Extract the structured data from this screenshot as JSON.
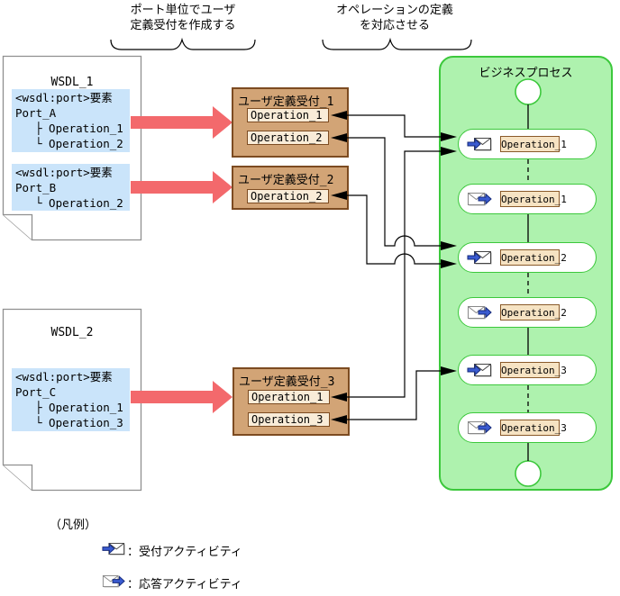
{
  "annotations": {
    "left": {
      "line1": "ポート単位でユーザ",
      "line2": "定義受付を作成する"
    },
    "right": {
      "line1": "オペレーションの定義",
      "line2": "を対応させる"
    }
  },
  "wsdl_docs": [
    {
      "title": "WSDL_1",
      "ports": [
        {
          "element": "<wsdl:port>要素",
          "port": "Port_A",
          "operations": [
            "├ Operation_1",
            "└ Operation_2"
          ]
        },
        {
          "element": "<wsdl:port>要素",
          "port": "Port_B",
          "operations": [
            "└ Operation_2"
          ]
        }
      ]
    },
    {
      "title": "WSDL_2",
      "ports": [
        {
          "element": "<wsdl:port>要素",
          "port": "Port_C",
          "operations": [
            "├ Operation_1",
            "└ Operation_3"
          ]
        }
      ]
    }
  ],
  "receptions": [
    {
      "title": "ユーザ定義受付_1",
      "operations": [
        "Operation_1",
        "Operation_2"
      ]
    },
    {
      "title": "ユーザ定義受付_2",
      "operations": [
        "Operation_2"
      ]
    },
    {
      "title": "ユーザ定義受付_3",
      "operations": [
        "Operation_1",
        "Operation_3"
      ]
    }
  ],
  "business_process": {
    "title": "ビジネスプロセス",
    "activities": [
      {
        "type": "receive",
        "label": "Operation_1"
      },
      {
        "type": "reply",
        "label": "Operation_1"
      },
      {
        "type": "receive",
        "label": "Operation_2"
      },
      {
        "type": "reply",
        "label": "Operation_2"
      },
      {
        "type": "receive",
        "label": "Operation_3"
      },
      {
        "type": "reply",
        "label": "Operation_3"
      }
    ]
  },
  "legend": {
    "title": "（凡例）",
    "items": [
      {
        "icon": "receive-activity-icon",
        "label": "：受付アクティビティ"
      },
      {
        "icon": "reply-activity-icon",
        "label": "：応答アクティビティ"
      }
    ]
  },
  "colors": {
    "arrow-pink": "#F3696C",
    "process-fill": "#AEF2AE",
    "process-border": "#3CC83C",
    "reception-fill": "#D2A476",
    "reception-border": "#7C4B21",
    "op-fill": "#F9ECD8",
    "label-fill": "#F6E3C3",
    "label-border": "#8A5A2A",
    "highlight-blue": "#CAE4FA",
    "doc-border": "#909090",
    "icon-blue": "#3A5BD0",
    "icon-blue-dark": "#14297A"
  }
}
